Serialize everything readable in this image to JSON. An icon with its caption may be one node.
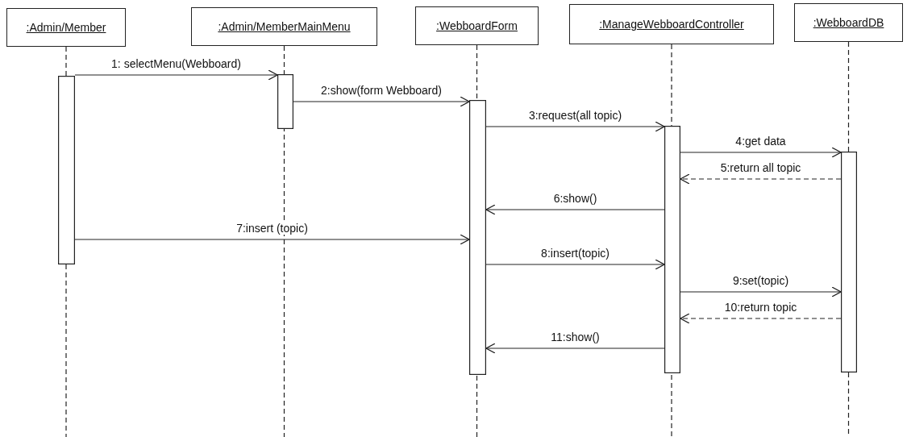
{
  "diagram": {
    "nodes": [
      {
        "text": [
          ":Admin/Member"
        ]
      },
      {
        "text": [
          ":Admin/MemberMainMenu"
        ]
      },
      {
        "text": [
          ":WebboardForm"
        ]
      },
      {
        "text": [
          ":ManageWebboardController"
        ]
      },
      {
        "text": [
          ":WebboardDB"
        ]
      },
      {
        "text": [],
        "shape": "bar"
      },
      {
        "text": [],
        "shape": "bar"
      },
      {
        "text": [],
        "shape": "bar"
      },
      {
        "text": [],
        "shape": "bar"
      },
      {
        "text": [],
        "shape": "bar"
      }
    ],
    "edges": [
      {
        "from": 0,
        "to": null,
        "arrow": "none",
        "style": "dashed"
      },
      {
        "from": 1,
        "to": null,
        "arrow": "none",
        "style": "dashed"
      },
      {
        "from": 2,
        "to": null,
        "arrow": "none",
        "style": "dashed"
      },
      {
        "from": 3,
        "to": null,
        "arrow": "none",
        "style": "dashed"
      },
      {
        "from": 4,
        "to": null,
        "arrow": "none",
        "style": "dashed"
      },
      {
        "from": 5,
        "to": 6,
        "arrow": "to",
        "label": "1: selectMenu(Webboard)"
      },
      {
        "from": 6,
        "to": 7,
        "arrow": "to",
        "label": "2:show(form Webboard)"
      },
      {
        "from": 7,
        "to": 8,
        "arrow": "to",
        "label": "3:request(all topic)"
      },
      {
        "from": 8,
        "to": 9,
        "arrow": "to",
        "label": "4:get data"
      },
      {
        "from": 9,
        "to": 8,
        "arrow": "to",
        "label": "5:return all topic",
        "style": "dashed"
      },
      {
        "from": 8,
        "to": 7,
        "arrow": "to",
        "label": "6:show()"
      },
      {
        "from": 5,
        "to": 7,
        "arrow": "to",
        "label": "7:insert (topic)"
      },
      {
        "from": 7,
        "to": 8,
        "arrow": "to",
        "label": "8:insert(topic)"
      },
      {
        "from": 8,
        "to": 9,
        "arrow": "to",
        "label": "9:set(topic)"
      },
      {
        "from": 9,
        "to": 8,
        "arrow": "to",
        "label": "10:return topic",
        "style": "dashed"
      },
      {
        "from": 8,
        "to": 7,
        "arrow": "to",
        "label": "11:show()"
      }
    ]
  }
}
